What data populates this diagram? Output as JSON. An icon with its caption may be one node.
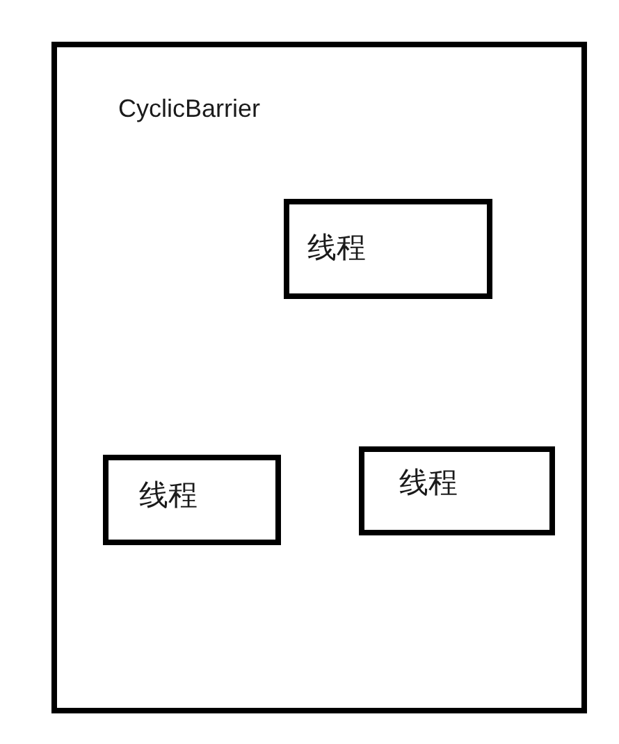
{
  "diagram": {
    "nodes": [
      {
        "text": [
          "CyclicBarrier"
        ]
      },
      {
        "text": [
          "线程"
        ],
        "in": 0
      },
      {
        "text": [
          "线程"
        ],
        "in": 0
      },
      {
        "text": [
          "线程"
        ],
        "in": 0
      }
    ]
  }
}
